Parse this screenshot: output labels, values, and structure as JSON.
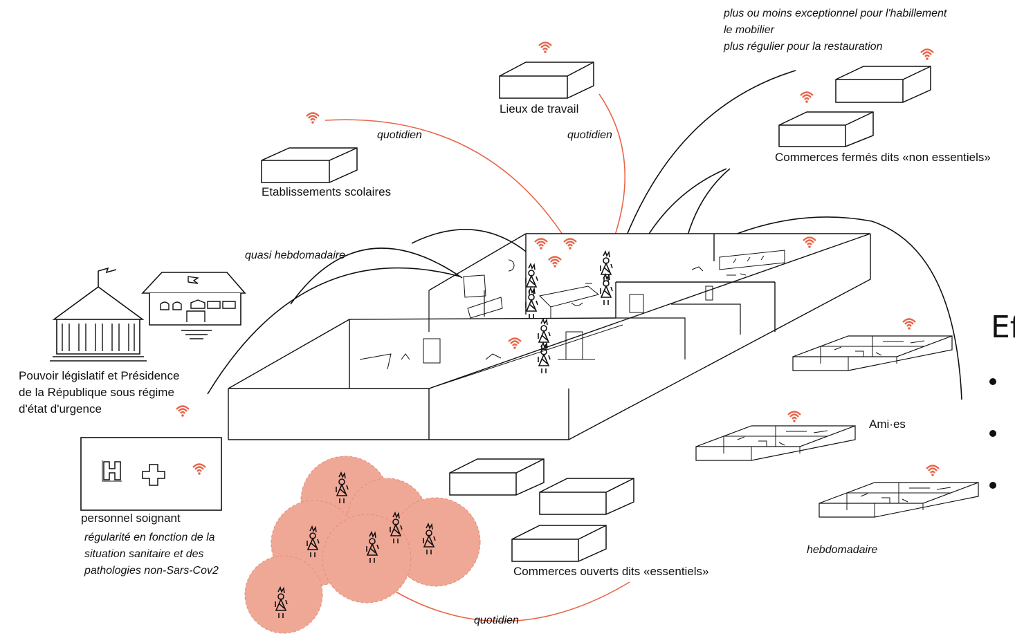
{
  "labels": {
    "lieux_travail": "Lieux de travail",
    "etablissements": "Etablissements scolaires",
    "commerces_fermes": "Commerces fermés dits «non essentiels»",
    "commerces_ouverts": "Commerces ouverts dits «essentiels»",
    "pouvoir_line1": "Pouvoir législatif et Présidence",
    "pouvoir_line2": "de la République sous régime",
    "pouvoir_line3": "d'état d'urgence",
    "personnel": "personnel soignant",
    "amies": "Ami·es"
  },
  "frequencies": {
    "habillement": "plus ou moins exceptionnel pour l'habillement",
    "mobilier": "le mobilier",
    "restauration": "plus régulier pour la restauration",
    "quotidien_ecole": "quotidien",
    "quotidien_travail": "quotidien",
    "quasi_hebdo": "quasi hebdomadaire",
    "regularite_1": "régularité en fonction de la",
    "regularite_2": "situation sanitaire et des",
    "regularite_3": "pathologies non-Sars-Cov2",
    "hebdomadaire": "hebdomadaire",
    "quotidien_bas": "quotidien"
  },
  "side_title": "Ef",
  "colors": {
    "accent": "#e8664a",
    "bubble": "#f0a896",
    "line": "#111111"
  }
}
